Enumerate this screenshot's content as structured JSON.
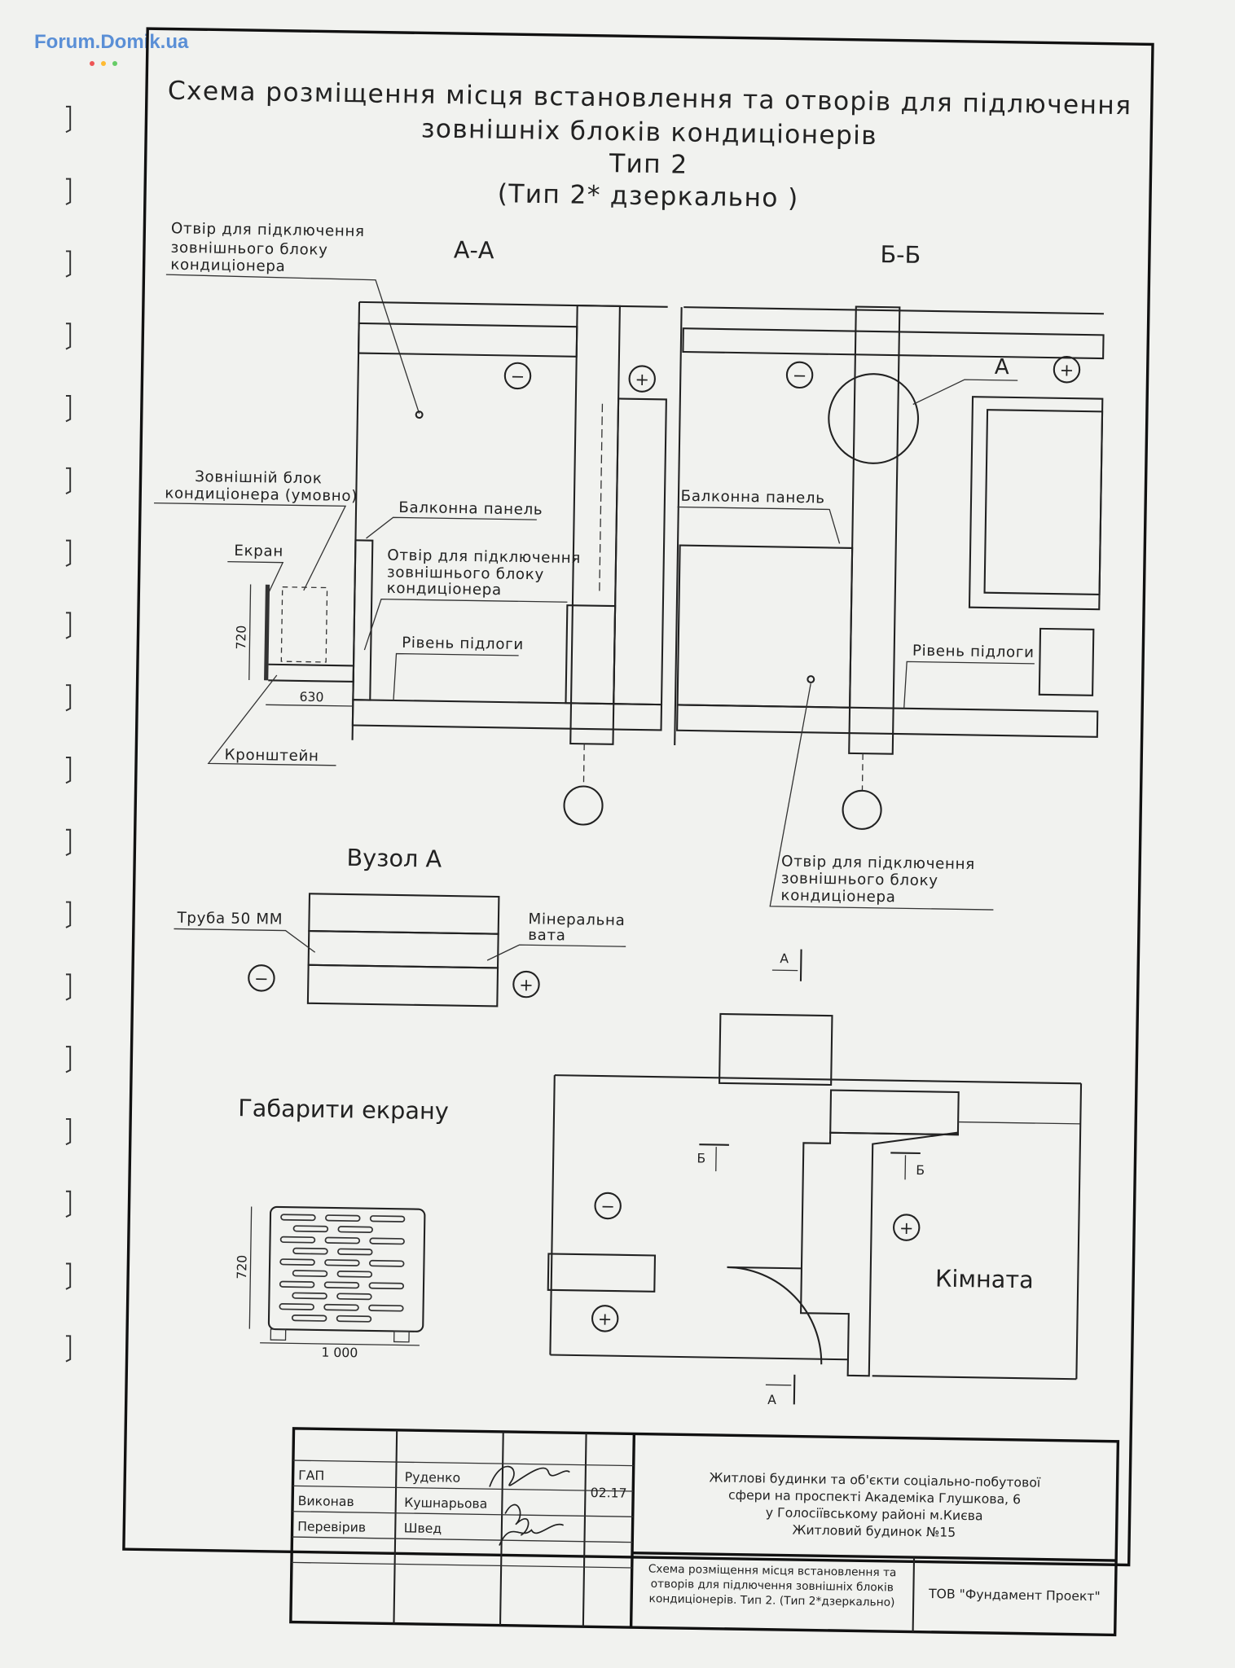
{
  "watermark": "Forum.Domik.ua",
  "title": {
    "line1": "Схема розміщення місця встановлення та отворів для підлючення",
    "line2": "зовнішніх блоків кондиціонерів",
    "line3": "Тип 2",
    "line4": "(Тип 2* дзеркально )"
  },
  "section_aa": {
    "label": "А-А",
    "callout_hole_top": [
      "Отвір для підключення",
      "зовнішнього блоку",
      "кондиціонера"
    ],
    "callout_unit": [
      "Зовнішній блок",
      "кондиціонера (умовно)"
    ],
    "screen": "Екран",
    "balcony_panel": "Балконна панель",
    "callout_hole_low": [
      "Отвір для підключення",
      "зовнішнього блоку",
      "кондиціонера"
    ],
    "floor_level": "Рівень підлоги",
    "dim_height": "720",
    "dim_width": "630",
    "bracket": "Кронштейн"
  },
  "section_bb": {
    "label": "Б-Б",
    "node_ref": "А",
    "balcony_panel": "Балконна панель",
    "floor_level": "Рівень підлоги",
    "callout_hole": [
      "Отвір для підключення",
      "зовнішнього блоку",
      "кондиціонера"
    ]
  },
  "symbols": {
    "minus": "−",
    "plus": "+"
  },
  "node_a": {
    "title": "Вузол А",
    "pipe": "Труба 50 ММ",
    "wool": [
      "Мінеральна",
      "вата"
    ]
  },
  "screen_dims": {
    "title": "Габарити екрану",
    "height": "720",
    "width": "1 000"
  },
  "plan": {
    "cut_a_top": "А",
    "cut_a_bottom": "А",
    "cut_b_left": "Б",
    "cut_b_right": "Б",
    "room": "Кімната"
  },
  "title_block": {
    "roles": [
      "ГАП",
      "Виконав",
      "Перевірив"
    ],
    "names": [
      "Руденко",
      "Кушнарьова",
      "Швед"
    ],
    "date": "02.17",
    "project": [
      "Житлові будинки та об'єкти соціально-побутової",
      "сфери на проспекті Академіка Глушкова, 6",
      "у Голосіївському районі  м.Києва",
      "Житловий будинок №15"
    ],
    "sheet": [
      "Схема розміщення місця встановлення та",
      "отворів для підлючення зовнішніх блоків",
      "кондиціонерів. Тип 2. (Тип 2*дзеркально)"
    ],
    "company": "ТОВ \"Фундамент Проект\""
  }
}
